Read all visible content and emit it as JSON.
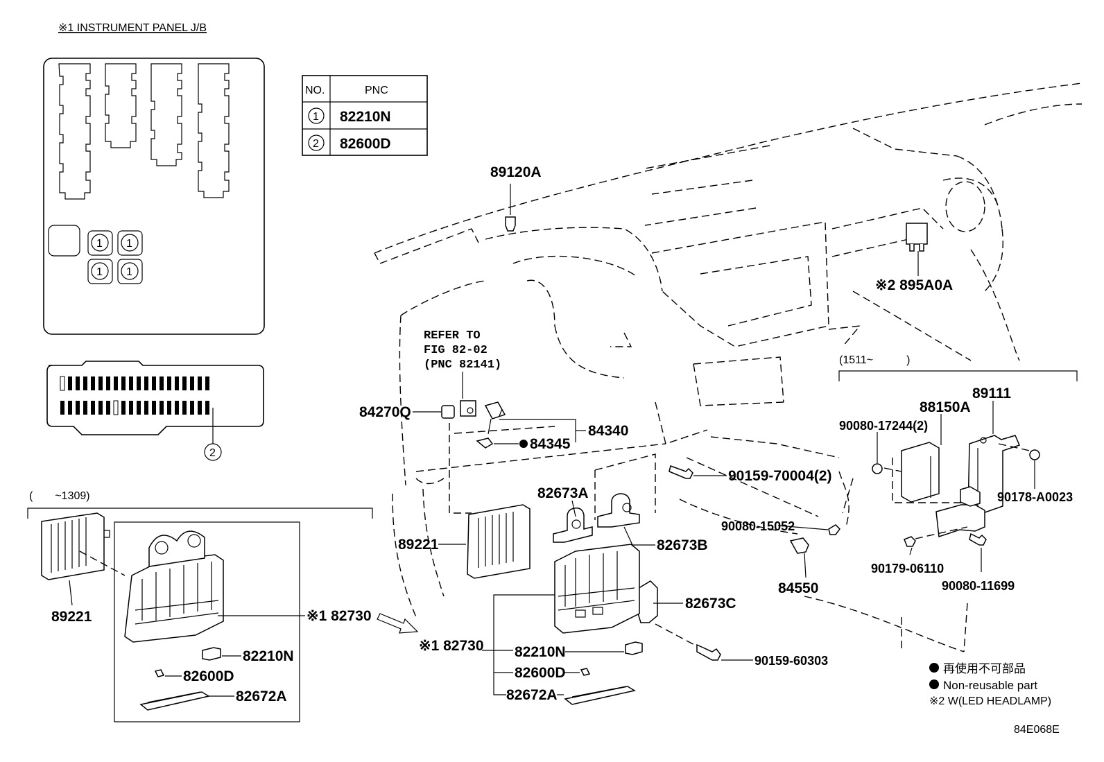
{
  "title": "※1 INSTRUMENT PANEL J/B",
  "pnc_table": {
    "headers": [
      "NO.",
      "PNC"
    ],
    "rows": [
      {
        "no": "1",
        "pnc": "82210N"
      },
      {
        "no": "2",
        "pnc": "82600D"
      }
    ]
  },
  "jb_callouts": {
    "relay": "1",
    "fuse": "2"
  },
  "date_ranges": {
    "left": "(　　~1309)",
    "right": "(1511~　　　)"
  },
  "refer_note": [
    "REFER TO",
    "FIG 82-02",
    "(PNC 82141)"
  ],
  "labels": {
    "p89120A": "89120A",
    "p895A0A": "※2 895A0A",
    "p84270Q": "84270Q",
    "p84340": "84340",
    "p84345": "84345",
    "p82673A": "82673A",
    "p82673B": "82673B",
    "p82673C": "82673C",
    "p89221_mid": "89221",
    "p89221_left": "89221",
    "p82730_left": "※1 82730",
    "p82730_mid": "※1 82730",
    "p82210N_left": "82210N",
    "p82600D_left": "82600D",
    "p82672A_left": "82672A",
    "p82210N_mid": "82210N",
    "p82600D_mid": "82600D",
    "p82672A_mid": "82672A",
    "p90159_70004": "90159-70004(2)",
    "p90080_15052": "90080-15052",
    "p84550": "84550",
    "p90159_60303": "90159-60303",
    "p89111": "89111",
    "p88150A": "88150A",
    "p90080_17244": "90080-17244(2)",
    "p90178_A0023": "90178-A0023",
    "p90179_06110": "90179-06110",
    "p90080_11699": "90080-11699"
  },
  "legend": {
    "line1": "再使用不可部品",
    "line2": "Non-reusable part",
    "line3": "※2 W(LED HEADLAMP)"
  },
  "figure_code": "84E068E"
}
